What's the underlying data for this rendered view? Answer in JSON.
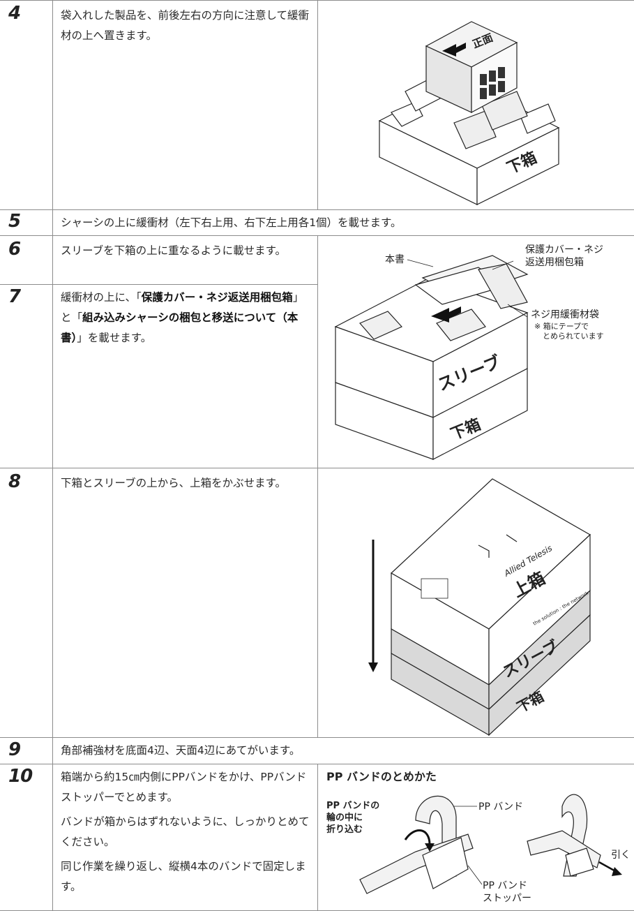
{
  "rows": {
    "r4": {
      "num": "4",
      "text": "袋入れした製品を、前後左右の方向に注意して緩衝材の上へ置きます。"
    },
    "r5": {
      "num": "5",
      "text": "シャーシの上に緩衝材（左下右上用、右下左上用各1個）を載せます。"
    },
    "r6": {
      "num": "6",
      "text": "スリーブを下箱の上に重なるように載せます。"
    },
    "r7": {
      "num": "7",
      "t1": "緩衝材の上に、「",
      "b1": "保護カバー・ネジ返送用梱包箱",
      "t2": "」と「",
      "b2": "組み込みシャーシの梱包と移送について（本書）",
      "t3": "」を載せます。"
    },
    "r8": {
      "num": "8",
      "text": "下箱とスリーブの上から、上箱をかぶせます。"
    },
    "r9": {
      "num": "9",
      "text": "角部補強材を底面4辺、天面4辺にあてがいます。"
    },
    "r10": {
      "num": "10",
      "p1": "箱端から約15㎝内側にPPバンドをかけ、PPバンドストッパーでとめます。",
      "p2": "バンドが箱からはずれないように、しっかりとめてください。",
      "p3": "同じ作業を繰り返し、縦横4本のバンドで固定します。"
    }
  },
  "fig4": {
    "front": "正面",
    "lower_box": "下箱"
  },
  "fig67": {
    "manual": "本書",
    "cover_box_1": "保護カバー・ネジ",
    "cover_box_2": "返送用梱包箱",
    "screw_bag": "ネジ用緩衝材袋",
    "note_1": "※ 箱にテープで",
    "note_2": "とめられています",
    "sleeve": "スリーブ",
    "lower_box": "下箱"
  },
  "fig8": {
    "brand": "Allied Telesis",
    "tagline": "the solution : the network",
    "upper_box": "上箱",
    "sleeve": "スリーブ",
    "lower_box": "下箱"
  },
  "fig10": {
    "title": "PP バンドのとめかた",
    "fold_1": "PP バンドの",
    "fold_2": "輪の中に",
    "fold_3": "折り込む",
    "band": "PP バンド",
    "stopper_1": "PP バンド",
    "stopper_2": "ストッパー",
    "pull": "引く"
  },
  "colors": {
    "rule": "#8c8c8c",
    "panel_gray": "#d9d9d9",
    "text": "#222222"
  }
}
